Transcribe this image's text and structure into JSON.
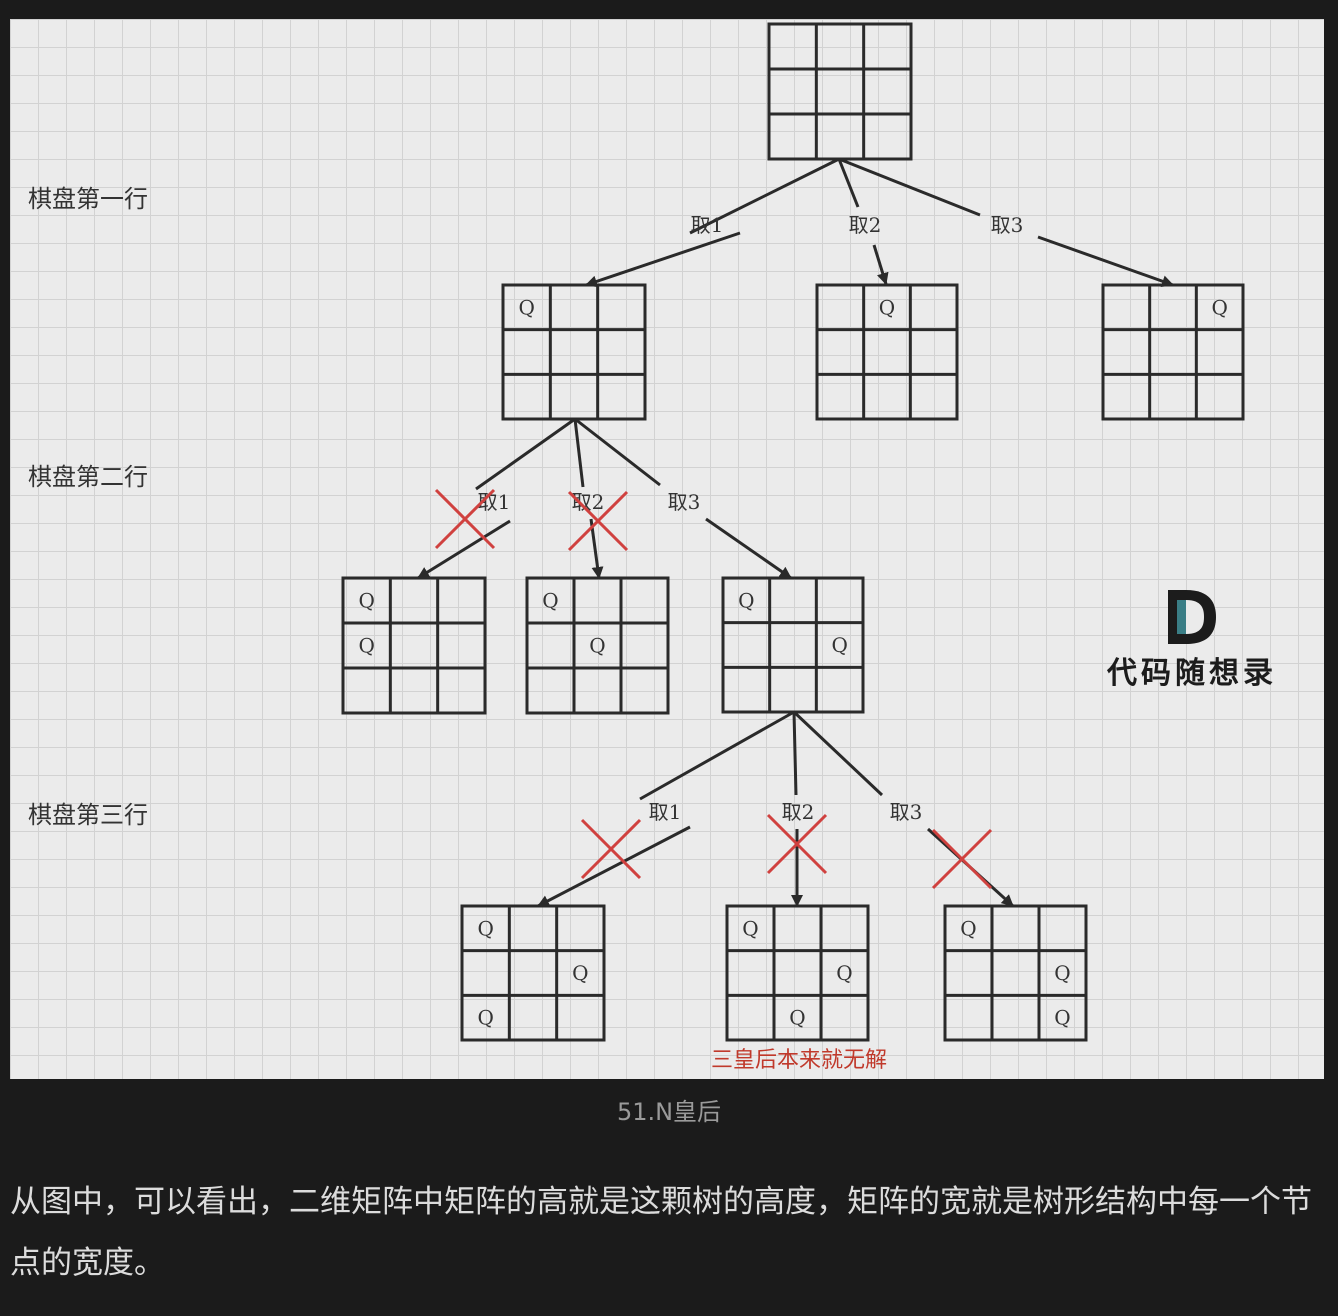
{
  "row_labels": [
    "棋盘第一行",
    "棋盘第二行",
    "棋盘第三行"
  ],
  "edge_labels": [
    "取1",
    "取2",
    "取3"
  ],
  "queen_symbol": "Q",
  "note": "三皇后本来就无解",
  "brand": {
    "logo_letter": "D",
    "name": "代码随想录"
  },
  "caption": "51.N皇后",
  "paragraph": "从图中，可以看出，二维矩阵中矩阵的高就是这颗树的高度，矩阵的宽就是树形结构中每一个节点的宽度。",
  "colors": {
    "cross": "#d0413f",
    "note": "#c0392b",
    "logo_teal": "#3a7e86"
  },
  "tree": {
    "root": {
      "queens": []
    },
    "level1": [
      {
        "choice": "取1",
        "queens": [
          [
            0,
            0
          ]
        ],
        "pruned": false
      },
      {
        "choice": "取2",
        "queens": [
          [
            0,
            1
          ]
        ],
        "pruned": false
      },
      {
        "choice": "取3",
        "queens": [
          [
            0,
            2
          ]
        ],
        "pruned": false
      }
    ],
    "level2": [
      {
        "choice": "取1",
        "queens": [
          [
            0,
            0
          ],
          [
            1,
            0
          ]
        ],
        "pruned": true
      },
      {
        "choice": "取2",
        "queens": [
          [
            0,
            0
          ],
          [
            1,
            1
          ]
        ],
        "pruned": true
      },
      {
        "choice": "取3",
        "queens": [
          [
            0,
            0
          ],
          [
            1,
            2
          ]
        ],
        "pruned": false
      }
    ],
    "level3": [
      {
        "choice": "取1",
        "queens": [
          [
            0,
            0
          ],
          [
            1,
            2
          ],
          [
            2,
            0
          ]
        ],
        "pruned": true
      },
      {
        "choice": "取2",
        "queens": [
          [
            0,
            0
          ],
          [
            1,
            2
          ],
          [
            2,
            1
          ]
        ],
        "pruned": true
      },
      {
        "choice": "取3",
        "queens": [
          [
            0,
            0
          ],
          [
            1,
            2
          ],
          [
            2,
            2
          ]
        ],
        "pruned": true
      }
    ]
  }
}
